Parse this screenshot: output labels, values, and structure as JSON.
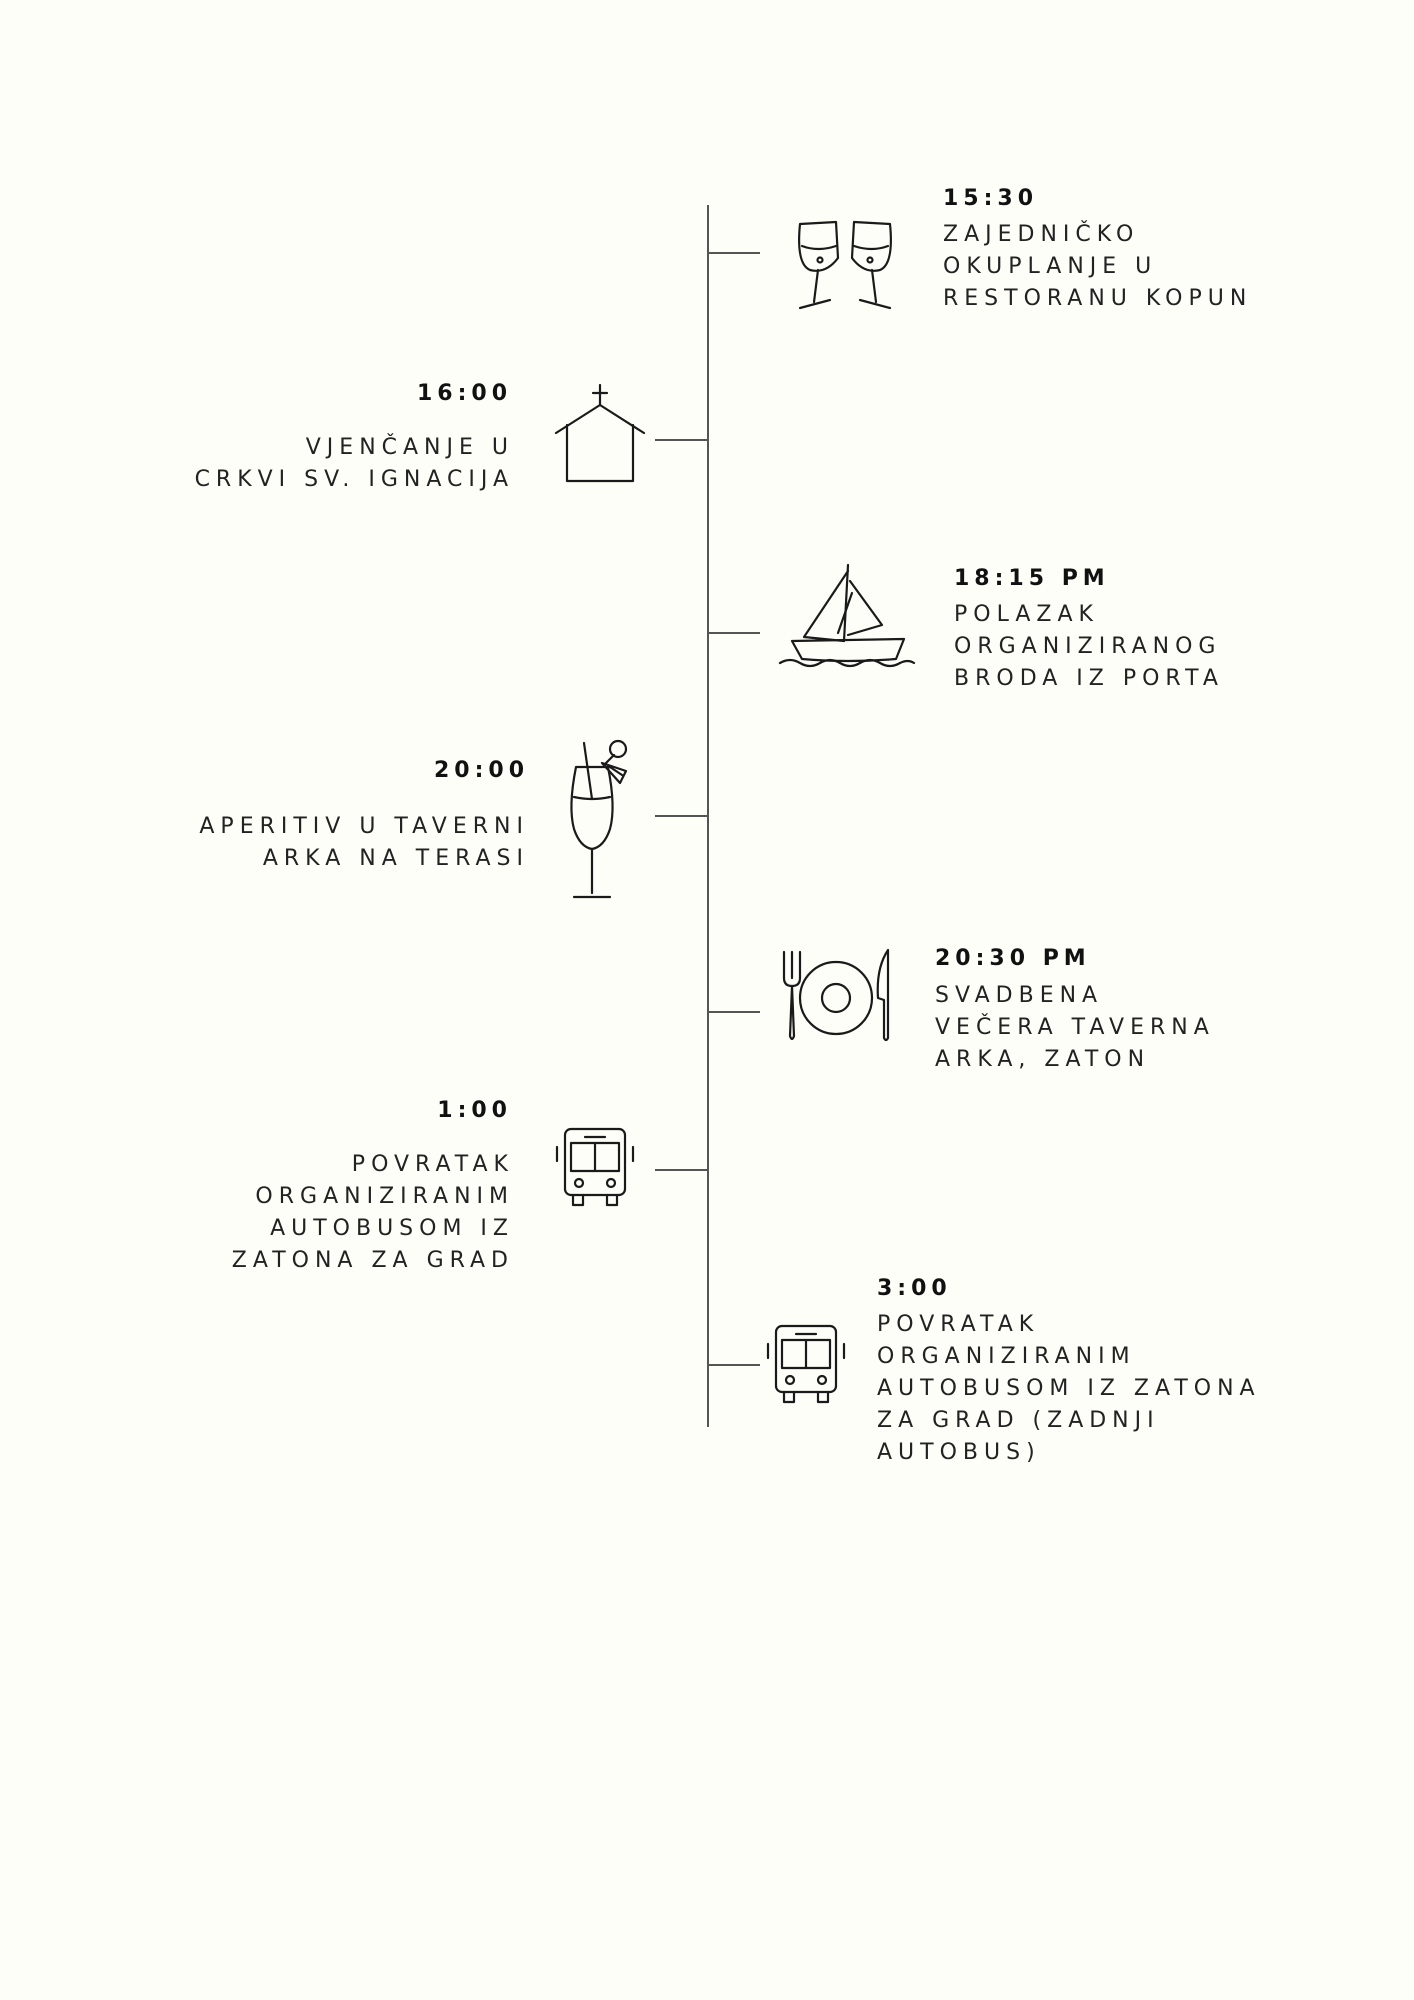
{
  "events": [
    {
      "time": "15:30",
      "lines": [
        "ZAJEDNIČKO",
        "OKUPLANJE U",
        "RESTORANU KOPUN"
      ],
      "icon": "wine-glasses-icon"
    },
    {
      "time": "16:00",
      "lines": [
        "VJENČANJE U",
        "CRKVI SV. IGNACIJA"
      ],
      "icon": "church-icon"
    },
    {
      "time": "18:15 PM",
      "lines": [
        "POLAZAK",
        "ORGANIZIRANOG",
        "BRODA IZ PORTA"
      ],
      "icon": "sailboat-icon"
    },
    {
      "time": "20:00",
      "lines": [
        "APERITIV U TAVERNI",
        "ARKA NA TERASI"
      ],
      "icon": "cocktail-icon"
    },
    {
      "time": "20:30 PM",
      "lines": [
        "SVADBENA",
        "VEČERA TAVERNA",
        "ARKA, ZATON"
      ],
      "icon": "plate-cutlery-icon"
    },
    {
      "time": "1:00",
      "lines": [
        "POVRATAK",
        "ORGANIZIRANIM",
        "AUTOBUSOM IZ",
        "ZATONA ZA GRAD"
      ],
      "icon": "bus-icon"
    },
    {
      "time": "3:00",
      "lines": [
        "POVRATAK",
        "ORGANIZIRANIM",
        "AUTOBUSOM IZ ZATONA",
        "ZA GRAD (ZADNJI",
        "AUTOBUS)"
      ],
      "icon": "bus-icon"
    }
  ]
}
